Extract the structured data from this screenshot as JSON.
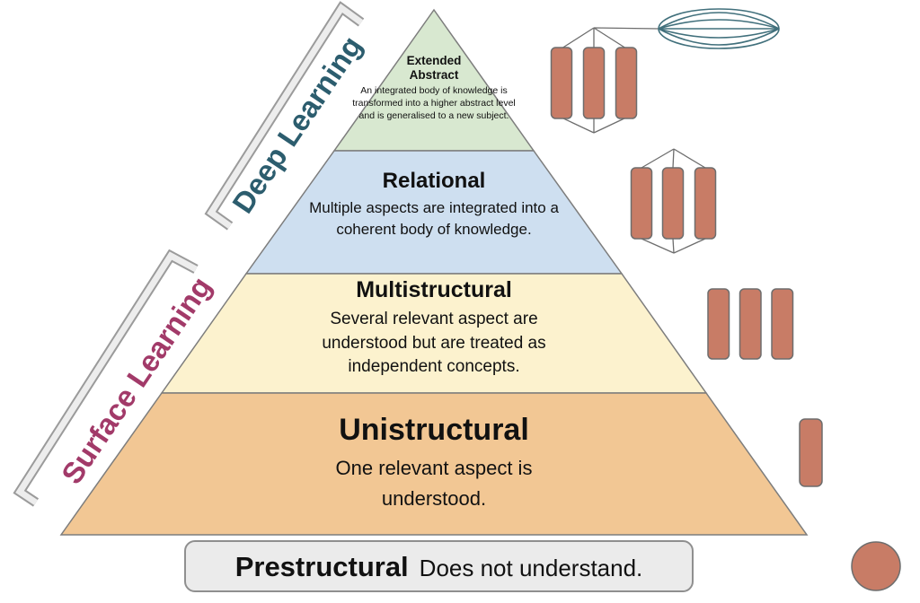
{
  "labels": {
    "deep_learning": {
      "text": "Deep Learning",
      "color": "#2c5d6e"
    },
    "surface_learning": {
      "text": "Surface Learning",
      "color": "#a23a69"
    }
  },
  "pyramid": {
    "levels": [
      {
        "title": "Extended Abstract",
        "description": "An integrated body of knowledge is transformed into a higher abstract level and is generalised to a new subject.",
        "color": "#d8e8d0"
      },
      {
        "title": "Relational",
        "description": "Multiple aspects are integrated into a coherent body of knowledge.",
        "color": "#cedff0"
      },
      {
        "title": "Multistructural",
        "description": "Several relevant aspect are understood but are treated as independent concepts.",
        "color": "#fcf2ce"
      },
      {
        "title": "Unistructural",
        "description": "One relevant aspect is understood.",
        "color": "#f2c794"
      }
    ]
  },
  "prestructural": {
    "title": "Prestructural",
    "description": "Does not understand."
  },
  "icons": {
    "extended_abstract": "three-linked-bars-with-abstraction-ellipse-icon",
    "relational": "three-linked-bars-icon",
    "multistructural": "three-separate-bars-icon",
    "unistructural": "single-bar-icon",
    "prestructural": "dot-icon",
    "bar_fill": "#c87c66",
    "bar_stroke": "#6d6d6d",
    "ellipse_stroke": "#41707c",
    "bracket_fill": "#ededed",
    "bracket_stroke": "#9b9b9b"
  }
}
